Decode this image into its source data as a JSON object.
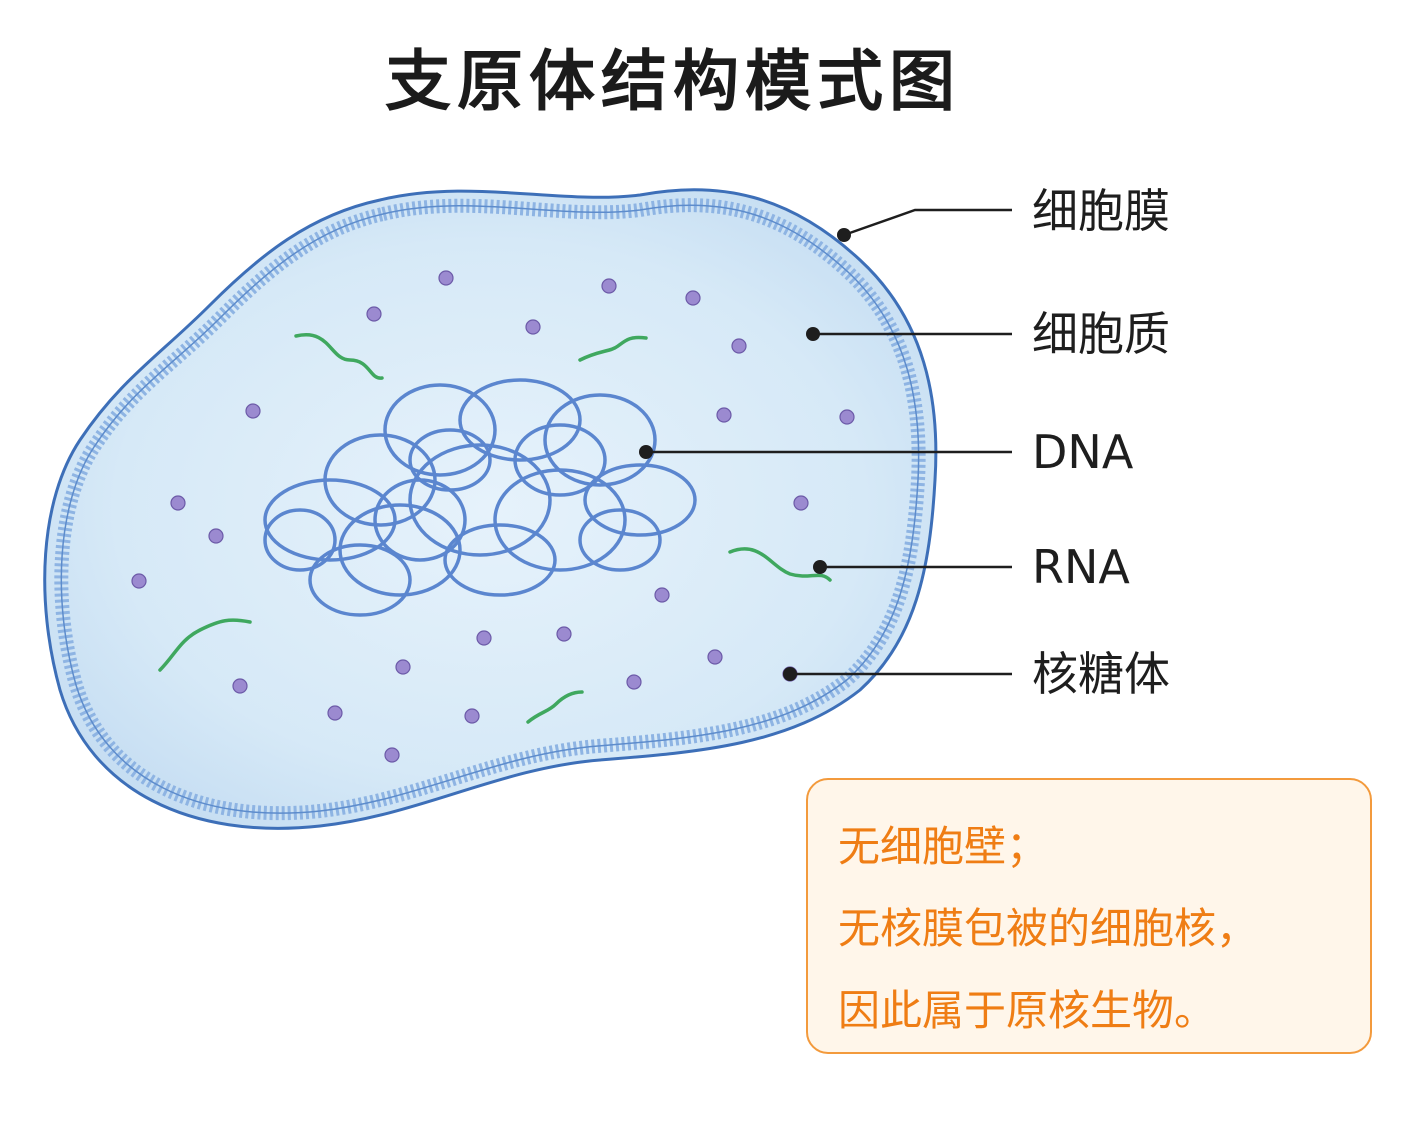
{
  "title": "支原体结构模式图",
  "labels": {
    "membrane": "细胞膜",
    "cytoplasm": "细胞质",
    "dna": "DNA",
    "rna": "RNA",
    "ribosome": "核糖体"
  },
  "note": {
    "line1": "无细胞壁；",
    "line2": "无核膜包被的细胞核，",
    "line3": "因此属于原核生物。"
  },
  "colors": {
    "membrane": "#4f7fc4",
    "cytoplasm": "#d9ebf8",
    "dna": "#5b86cf",
    "rna": "#3fa85f",
    "ribosome": "#9b8ad0",
    "note_text": "#ef7d14",
    "note_border": "#f39a3c"
  }
}
